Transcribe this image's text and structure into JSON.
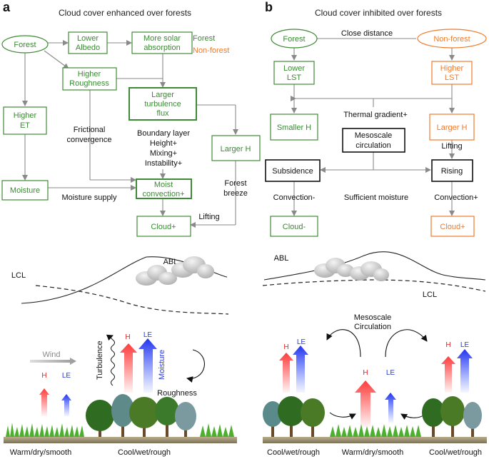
{
  "panel_a": {
    "label": "a",
    "title": "Cloud cover enhanced over forests",
    "legend": {
      "forest": "Forest",
      "non_forest": "Non-forest",
      "forest_color": "#3f8a36",
      "non_forest_color": "#f07a2a"
    },
    "nodes": {
      "forest": "Forest",
      "lower_albedo_1": "Lower",
      "lower_albedo_2": "Albedo",
      "solar_1": "More solar",
      "solar_2": "absorption",
      "roughness_1": "Higher",
      "roughness_2": "Roughness",
      "turbulence_1": "Larger",
      "turbulence_2": "turbulence",
      "turbulence_3": "flux",
      "et_1": "Higher",
      "et_2": "ET",
      "larger_h": "Larger H",
      "moisture": "Moisture",
      "moist_conv_1": "Moist",
      "moist_conv_2": "convection+",
      "cloud": "Cloud+"
    },
    "labels": {
      "frictional_1": "Frictional",
      "frictional_2": "convergence",
      "bl_1": "Boundary layer",
      "bl_2": "Height+",
      "bl_3": "Mixing+",
      "bl_4": "Instability+",
      "moisture_supply": "Moisture supply",
      "forest_breeze_1": "Forest",
      "forest_breeze_2": "breeze",
      "lifting": "Lifting"
    }
  },
  "panel_b": {
    "label": "b",
    "title": "Cloud cover inhibited over forests",
    "nodes": {
      "forest": "Forest",
      "non_forest": "Non-forest",
      "lower_lst_1": "Lower",
      "lower_lst_2": "LST",
      "higher_lst_1": "Higher",
      "higher_lst_2": "LST",
      "smaller_h": "Smaller H",
      "larger_h": "Larger H",
      "meso_1": "Mesoscale",
      "meso_2": "circulation",
      "subsidence": "Subsidence",
      "rising": "Rising",
      "cloud_minus": "Cloud-",
      "cloud_plus": "Cloud+"
    },
    "labels": {
      "close_distance": "Close distance",
      "thermal_gradient": "Thermal gradient+",
      "lifting": "Lifting",
      "convection_minus": "Convection-",
      "convection_plus": "Convection+",
      "sufficient_moisture": "Sufficient moisture"
    }
  },
  "bottom_a": {
    "abl": "ABL",
    "lcl": "LCL",
    "wind": "Wind",
    "h": "H",
    "le": "LE",
    "turbulence": "Turbulence",
    "moisture": "Moisture",
    "roughness": "Roughness",
    "left_surface": "Warm/dry/smooth",
    "right_surface": "Cool/wet/rough"
  },
  "bottom_b": {
    "abl": "ABL",
    "lcl": "LCL",
    "meso_1": "Mesoscale",
    "meso_2": "Circulation",
    "h": "H",
    "le": "LE",
    "left_surface": "Cool/wet/rough",
    "mid_surface": "Warm/dry/smooth",
    "right_surface": "Cool/wet/rough"
  }
}
